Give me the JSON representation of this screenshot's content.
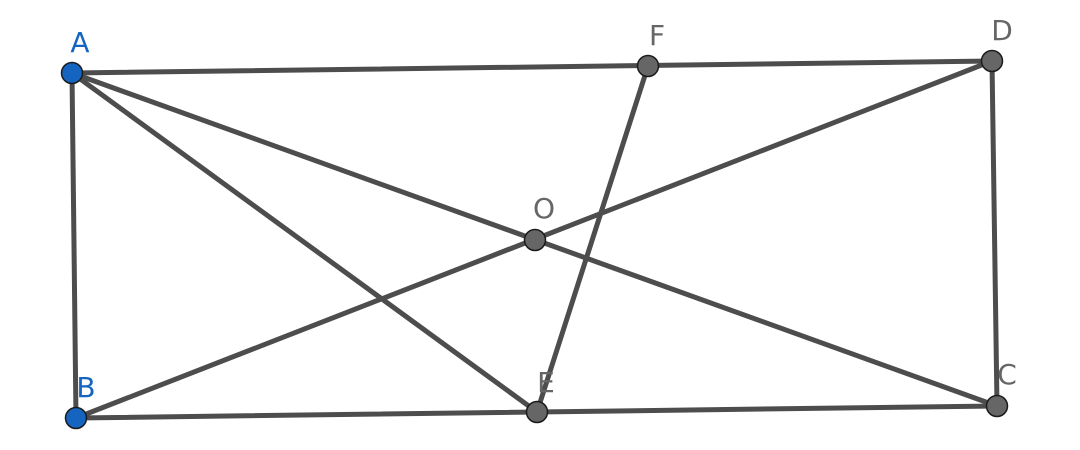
{
  "diagram": {
    "points": [
      {
        "id": "A",
        "label": "A",
        "color": "#1565c0",
        "free": true
      },
      {
        "id": "B",
        "label": "B",
        "color": "#1565c0",
        "free": true
      },
      {
        "id": "C",
        "label": "C",
        "color": "#666666",
        "free": false
      },
      {
        "id": "D",
        "label": "D",
        "color": "#666666",
        "free": false
      },
      {
        "id": "E",
        "label": "E",
        "color": "#666666",
        "free": false
      },
      {
        "id": "F",
        "label": "F",
        "color": "#666666",
        "free": false
      },
      {
        "id": "O",
        "label": "O",
        "color": "#666666",
        "free": false
      }
    ],
    "segments": [
      [
        "A",
        "D"
      ],
      [
        "D",
        "C"
      ],
      [
        "C",
        "B"
      ],
      [
        "B",
        "A"
      ],
      [
        "A",
        "C"
      ],
      [
        "B",
        "D"
      ],
      [
        "A",
        "E"
      ],
      [
        "E",
        "F"
      ]
    ],
    "colors": {
      "segment": "#4d4d4d",
      "free_point": "#1565c0",
      "dependent_point": "#666666",
      "free_label": "#1565c0",
      "dependent_label": "#666666"
    }
  }
}
